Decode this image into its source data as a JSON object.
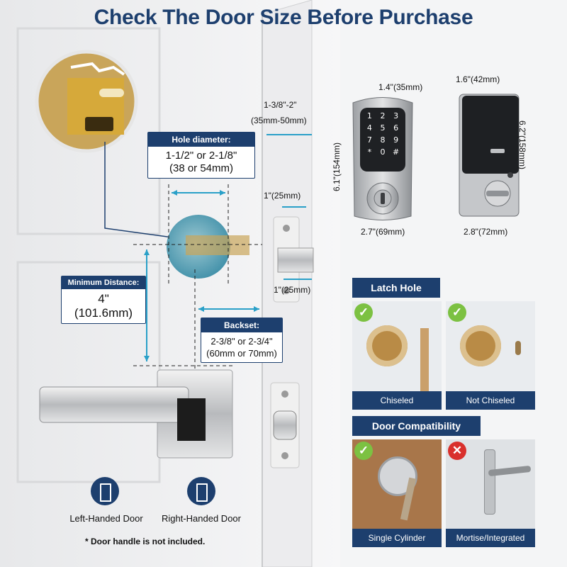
{
  "title": "Check The Door Size Before Purchase",
  "callouts": {
    "hole_diameter": {
      "head": "Hole diameter:",
      "line1": "1-1/2\" or 2-1/8\"",
      "line2": "(38 or 54mm)"
    },
    "min_distance": {
      "head": "Minimum Distance:",
      "line1": "4\"",
      "line2": "(101.6mm)"
    },
    "backset": {
      "head": "Backset:",
      "line1": "2-3/8\" or 2-3/4\"",
      "line2": "(60mm or 70mm)"
    }
  },
  "door_dims": {
    "thickness_in": "1-3/8\"-2\"",
    "thickness_mm": "(35mm-50mm)",
    "latch_width": "1\"(25mm)",
    "latch_depth": "1\"(25mm)"
  },
  "exterior_unit": {
    "depth": "1.4\"(35mm)",
    "height": "6.1\"(154mm)",
    "width": "2.7\"(69mm)",
    "keys": [
      "1",
      "2",
      "3",
      "4",
      "5",
      "6",
      "7",
      "8",
      "9",
      "*",
      "0",
      "#"
    ]
  },
  "interior_unit": {
    "depth": "1.6\"(42mm)",
    "height": "6.2\"(158mm)",
    "width": "2.8\"(72mm)"
  },
  "latch_hole": {
    "heading": "Latch Hole",
    "options": [
      {
        "label": "Chiseled",
        "status": "ok"
      },
      {
        "label": "Not Chiseled",
        "status": "ok"
      }
    ]
  },
  "door_compat": {
    "heading": "Door Compatibility",
    "options": [
      {
        "label": "Single Cylinder",
        "status": "ok"
      },
      {
        "label": "Mortise/Integrated",
        "status": "no"
      }
    ]
  },
  "handedness": {
    "left": "Left-Handed Door",
    "right": "Right-Handed Door"
  },
  "badges": {
    "ok": "✓",
    "no": "✕"
  },
  "note": "* Door handle is not included.",
  "colors": {
    "navy": "#1d3f6e",
    "ok": "#7cc142",
    "no": "#d9302c",
    "teal": "#2aa0c8"
  }
}
